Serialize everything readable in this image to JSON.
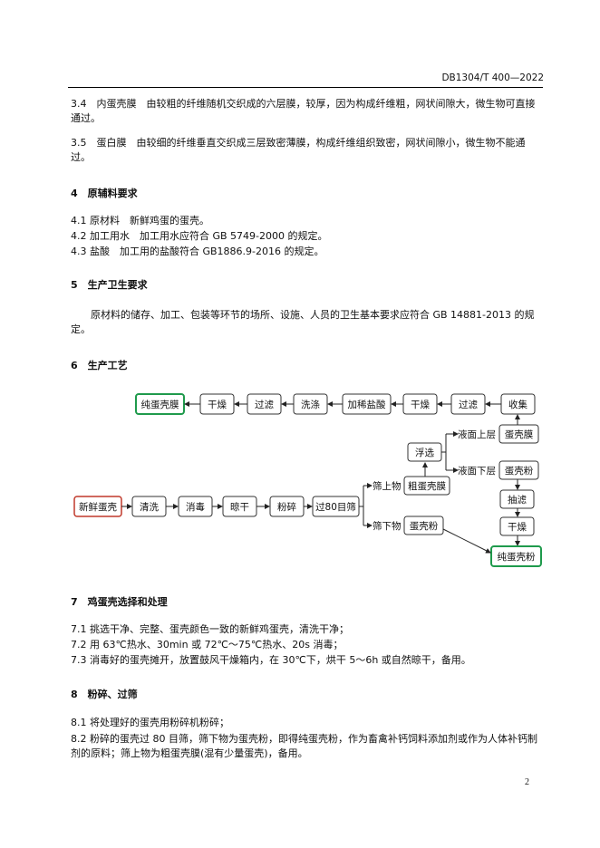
{
  "header": {
    "doc_id": "DB1304/T 400—2022"
  },
  "s3": {
    "p34": "3.4　内蛋壳膜　由较粗的纤维随机交织成的六层膜，较厚，因为构成纤维粗，网状间隙大，微生物可直接通过。",
    "p35": "3.5　蛋白膜　由较细的纤维垂直交织成三层致密薄膜，构成纤维组织致密，网状间隙小，微生物不能通过。"
  },
  "s4": {
    "heading": "4　原辅料要求",
    "items": [
      "4.1 原材料　新鲜鸡蛋的蛋壳。",
      "4.2 加工用水　加工用水应符合 GB 5749-2000 的规定。",
      "4.3 盐酸　加工用的盐酸符合 GB1886.9-2016 的规定。"
    ]
  },
  "s5": {
    "heading": "5　生产卫生要求",
    "para": "原材料的储存、加工、包装等环节的场所、设施、人员的卫生基本要求应符合 GB 14881-2013 的规定。"
  },
  "s6": {
    "heading": "6　生产工艺",
    "flow": {
      "top_row": [
        "纯蛋壳膜",
        "干燥",
        "过滤",
        "洗涤",
        "加稀盐酸",
        "干燥",
        "过滤",
        "收集"
      ],
      "main_row": [
        "新鲜蛋壳",
        "清洗",
        "消毒",
        "晾干",
        "粉碎",
        "过80目筛"
      ],
      "sieve_top_label": "筛上物",
      "sieve_bottom_label": "筛下物",
      "crude_membrane": "粗蛋壳膜",
      "float_select": "浮选",
      "liquid_top_label": "液面上层",
      "liquid_bottom_label": "液面下层",
      "membrane": "蛋壳膜",
      "powder": "蛋壳粉",
      "filter2": "抽滤",
      "dry3": "干燥",
      "pure_powder": "纯蛋壳粉",
      "sieve_powder": "蛋壳粉"
    }
  },
  "s7": {
    "heading": "7　鸡蛋壳选择和处理",
    "items": [
      "7.1  挑选干净、完整、蛋壳颜色一致的新鲜鸡蛋壳，清洗干净；",
      "7.2  用 63℃热水、30min 或 72℃～75℃热水、20s 消毒；",
      "7.3  消毒好的蛋壳摊开，放置鼓风干燥箱内，在 30℃下，烘干 5～6h 或自然晾干，备用。"
    ]
  },
  "s8": {
    "heading": "8　粉碎、过筛",
    "p1": "8.1  将处理好的蛋壳用粉碎机粉碎；",
    "p2": "8.2  粉碎的蛋壳过 80 目筛，筛下物为蛋壳粉，即得纯蛋壳粉，作为畜禽补钙饲料添加剂或作为人体补钙制剂的原料；筛上物为粗蛋壳膜(混有少量蛋壳)，备用。"
  },
  "footer": {
    "page": "2"
  }
}
